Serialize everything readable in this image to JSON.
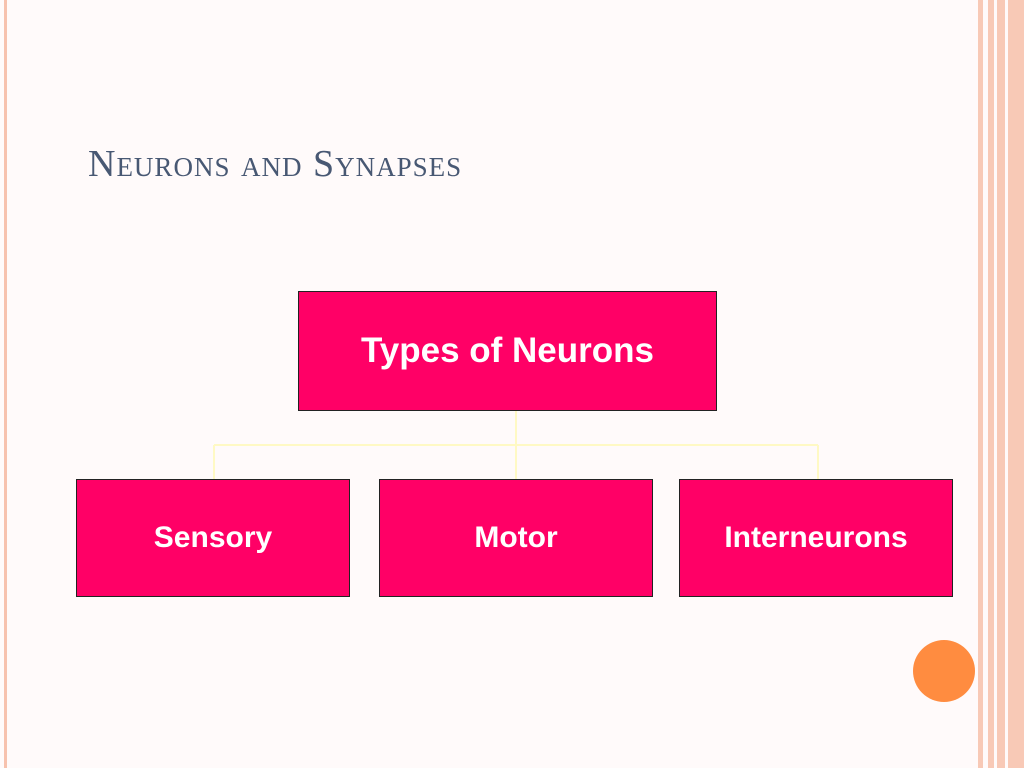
{
  "slide": {
    "title": "Neurons and Synapses"
  },
  "diagram": {
    "root": {
      "label": "Types of Neurons"
    },
    "children": [
      {
        "label": "Sensory"
      },
      {
        "label": "Motor"
      },
      {
        "label": "Interneurons"
      }
    ]
  },
  "colors": {
    "node_fill": "#ff0066",
    "node_text": "#ffffff",
    "connector": "#fff9c4",
    "title_text": "#485873",
    "accent_dot": "#ff8c40",
    "border_stripes": "#f8c9b6"
  }
}
